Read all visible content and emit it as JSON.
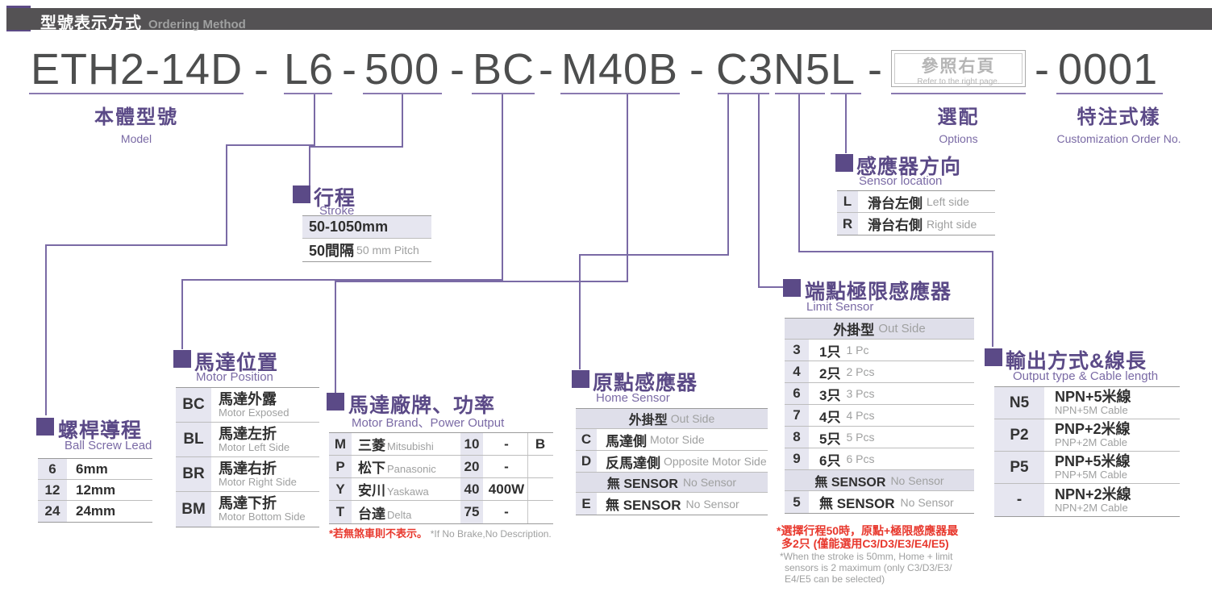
{
  "header": {
    "title_cjk": "型號表示方式",
    "title_en": "Ordering Method"
  },
  "model": {
    "separator": "-",
    "seg_model": "ETH2-14D",
    "seg_lead": "L6",
    "seg_stroke": "500",
    "seg_position": "BC",
    "seg_brand": "M40B",
    "seg_sensor": "C3N5L",
    "seg_serial": "0001",
    "options_box": {
      "cjk": "參照右頁",
      "en": "Refer to the right page."
    },
    "label_model": {
      "cjk": "本體型號",
      "en": "Model"
    },
    "label_options": {
      "cjk": "選配",
      "en": "Options"
    },
    "label_custom": {
      "cjk": "特注式樣",
      "en": "Customization Order No."
    }
  },
  "sections": {
    "stroke": {
      "title_cjk": "行程",
      "title_en": "Stroke",
      "range": "50-1050mm",
      "pitch_cjk": "50間隔",
      "pitch_en": "50 mm Pitch"
    },
    "ball_screw_lead": {
      "title_cjk": "螺桿導程",
      "title_en": "Ball Screw Lead",
      "rows": [
        {
          "code": "6",
          "label": "6mm"
        },
        {
          "code": "12",
          "label": "12mm"
        },
        {
          "code": "24",
          "label": "24mm"
        }
      ]
    },
    "motor_position": {
      "title_cjk": "馬達位置",
      "title_en": "Motor Position",
      "rows": [
        {
          "code": "BC",
          "cjk": "馬達外露",
          "en": "Motor Exposed"
        },
        {
          "code": "BL",
          "cjk": "馬達左折",
          "en": "Motor Left Side"
        },
        {
          "code": "BR",
          "cjk": "馬達右折",
          "en": "Motor Right Side"
        },
        {
          "code": "BM",
          "cjk": "馬達下折",
          "en": "Motor Bottom Side"
        }
      ]
    },
    "motor_brand": {
      "title_cjk": "馬達廠牌、功率",
      "title_en": "Motor Brand、Power Output",
      "rows": [
        {
          "code": "M",
          "brand_cjk": "三菱",
          "brand_en": "Mitsubishi",
          "power_code": "10",
          "power": "-",
          "brake": "B"
        },
        {
          "code": "P",
          "brand_cjk": "松下",
          "brand_en": "Panasonic",
          "power_code": "20",
          "power": "-",
          "brake": ""
        },
        {
          "code": "Y",
          "brand_cjk": "安川",
          "brand_en": "Yaskawa",
          "power_code": "40",
          "power": "400W",
          "brake": ""
        },
        {
          "code": "T",
          "brand_cjk": "台達",
          "brand_en": "Delta",
          "power_code": "75",
          "power": "-",
          "brake": ""
        }
      ],
      "note_cjk": "*若無煞車則不表示。",
      "note_en": "*If No Brake,No Description."
    },
    "home_sensor": {
      "title_cjk": "原點感應器",
      "title_en": "Home Sensor",
      "group1_cjk": "外掛型",
      "group1_en": "Out Side",
      "rows": [
        {
          "code": "C",
          "cjk": "馬達側",
          "en": "Motor Side"
        },
        {
          "code": "D",
          "cjk": "反馬達側",
          "en": "Opposite Motor Side"
        }
      ],
      "group2_cjk": "無 SENSOR",
      "group2_en": "No Sensor",
      "row_none": {
        "code": "E",
        "cjk": "無 SENSOR",
        "en": "No Sensor"
      }
    },
    "limit_sensor": {
      "title_cjk": "端點極限感應器",
      "title_en": "Limit Sensor",
      "group1_cjk": "外掛型",
      "group1_en": "Out Side",
      "rows": [
        {
          "code": "3",
          "cjk": "1只",
          "en": "1 Pc"
        },
        {
          "code": "4",
          "cjk": "2只",
          "en": "2 Pcs"
        },
        {
          "code": "6",
          "cjk": "3只",
          "en": "3 Pcs"
        },
        {
          "code": "7",
          "cjk": "4只",
          "en": "4 Pcs"
        },
        {
          "code": "8",
          "cjk": "5只",
          "en": "5 Pcs"
        },
        {
          "code": "9",
          "cjk": "6只",
          "en": "6 Pcs"
        }
      ],
      "group2_cjk": "無 SENSOR",
      "group2_en": "No Sensor",
      "row_none": {
        "code": "5",
        "cjk": "無 SENSOR",
        "en": "No Sensor"
      },
      "note_cjk1": "*選擇行程50時，原點+極限感應器最",
      "note_cjk2": "多2只 (僅能選用C3/D3/E3/E4/E5)",
      "note_en1": "*When the stroke is 50mm, Home + limit",
      "note_en2": "sensors is 2 maximum (only C3/D3/E3/",
      "note_en3": "E4/E5 can be selected)"
    },
    "sensor_location": {
      "title_cjk": "感應器方向",
      "title_en": "Sensor location",
      "rows": [
        {
          "code": "L",
          "cjk": "滑台左側",
          "en": "Left side"
        },
        {
          "code": "R",
          "cjk": "滑台右側",
          "en": "Right side"
        }
      ]
    },
    "output_type": {
      "title_cjk": "輸出方式&線長",
      "title_en": "Output type & Cable length",
      "rows": [
        {
          "code": "N5",
          "cjk": "NPN+5米線",
          "en": "NPN+5M Cable"
        },
        {
          "code": "P2",
          "cjk": "PNP+2米線",
          "en": "PNP+2M Cable"
        },
        {
          "code": "P5",
          "cjk": "PNP+5米線",
          "en": "PNP+5M Cable"
        },
        {
          "code": "-",
          "cjk": "NPN+2米線",
          "en": "NPN+2M Cable"
        }
      ]
    }
  }
}
